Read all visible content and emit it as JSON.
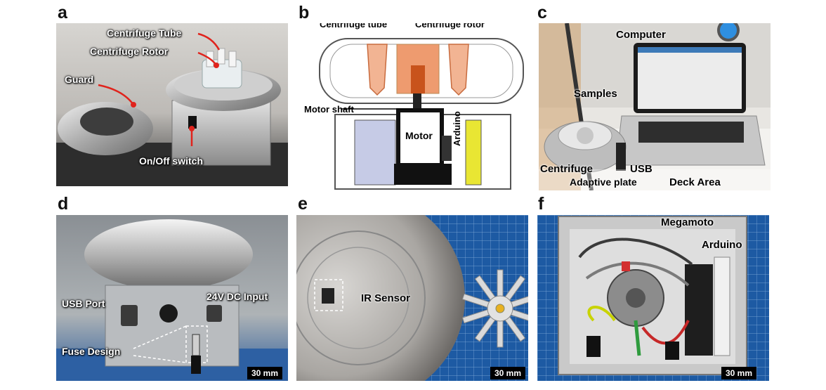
{
  "panels": {
    "a": {
      "letter": "a",
      "labels": {
        "centrifuge_tube": "Centrifuge Tube",
        "centrifuge_rotor": "Centrifuge Rotor",
        "guard": "Guard",
        "switch": "On/Off switch"
      }
    },
    "b": {
      "letter": "b",
      "labels": {
        "centrifuge_tube": "Centrifuge tube",
        "centrifuge_rotor": "Centrifuge rotor",
        "motor_shaft": "Motor shaft",
        "motor": "Motor",
        "arduino": "Arduino"
      }
    },
    "c": {
      "letter": "c",
      "labels": {
        "computer": "Computer",
        "samples": "Samples",
        "centrifuge": "Centrifuge",
        "usb": "USB",
        "adaptive_plate": "Adaptive plate",
        "deck_area": "Deck Area"
      }
    },
    "d": {
      "letter": "d",
      "labels": {
        "usb_port": "USB Port",
        "dc_input": "24V DC Input",
        "fuse_design": "Fuse Design"
      },
      "scalebar": "30 mm"
    },
    "e": {
      "letter": "e",
      "labels": {
        "ir_sensor": "IR Sensor"
      },
      "scalebar": "30 mm"
    },
    "f": {
      "letter": "f",
      "labels": {
        "megamoto": "Megamoto",
        "arduino": "Arduino"
      },
      "scalebar": "30 mm"
    }
  },
  "colors": {
    "annotation_red": "#e0231c",
    "arduino_yellow": "#e9e633",
    "copper": "#d9825b",
    "grid_blue": "#1d5aa3"
  }
}
